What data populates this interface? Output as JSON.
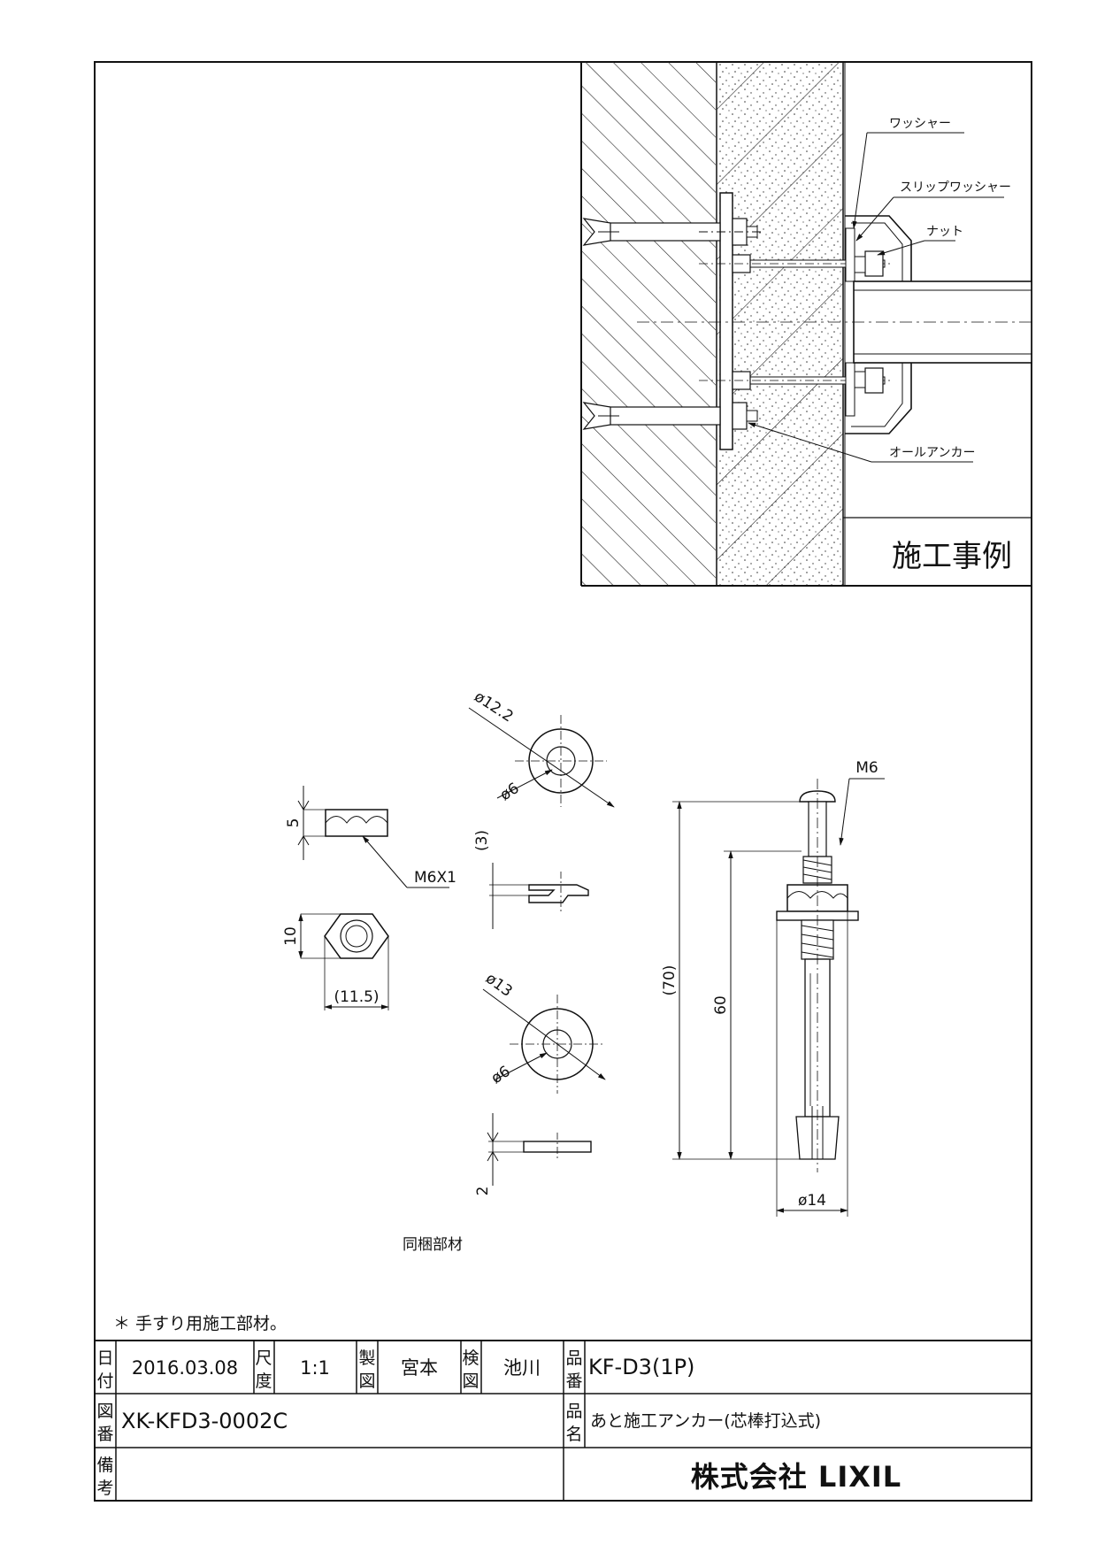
{
  "callouts": {
    "washer": "ワッシャー",
    "slip_washer": "スリップワッシャー",
    "nut": "ナット",
    "all_anchor": "オールアンカー"
  },
  "section_title": "施工事例",
  "dimensions": {
    "nut_height": "5",
    "nut_thread": "M6X1",
    "nut_width_flats": "10",
    "nut_width_corners": "(11.5)",
    "slip_washer_outer": "ø12.2",
    "slip_washer_inner": "ø6",
    "slip_washer_thickness": "(3)",
    "washer_outer": "ø13",
    "washer_inner": "ø6",
    "washer_thickness": "2",
    "anchor_thread": "M6",
    "anchor_total_length": "(70)",
    "anchor_body_length": "60",
    "anchor_washer_dia": "ø14"
  },
  "included_parts_label": "同梱部材",
  "note": "＊ 手すり用施工部材。",
  "title_block": {
    "date_label_1": "日",
    "date_label_2": "付",
    "date_value": "2016.03.08",
    "scale_label_1": "尺",
    "scale_label_2": "度",
    "scale_value": "1:1",
    "drafter_label_1": "製",
    "drafter_label_2": "図",
    "drafter_value": "宮本",
    "checker_label_1": "検",
    "checker_label_2": "図",
    "checker_value": "池川",
    "part_no_label_1": "品",
    "part_no_label_2": "番",
    "part_no_value": "KF-D3(1P)",
    "drawing_no_label_1": "図",
    "drawing_no_label_2": "番",
    "drawing_no_value": "XK-KFD3-0002C",
    "product_name_label_1": "品",
    "product_name_label_2": "名",
    "product_name_value": "あと施工アンカー(芯棒打込式)",
    "remarks_label_1": "備",
    "remarks_label_2": "考",
    "company": "株式会社 LIXIL"
  }
}
